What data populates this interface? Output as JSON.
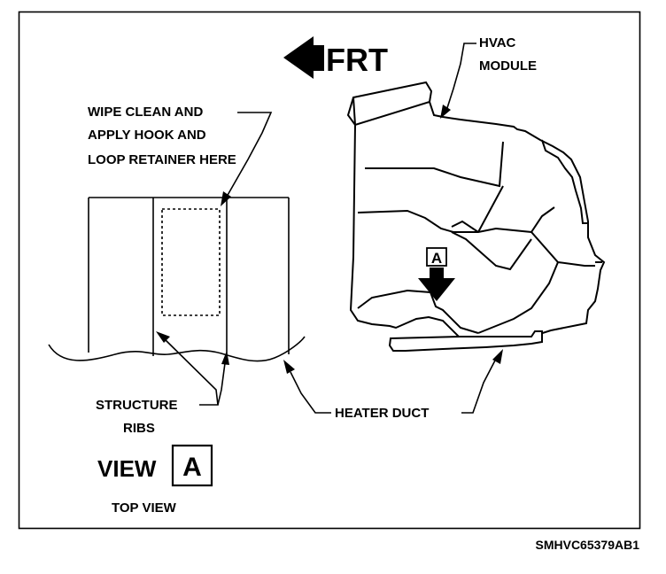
{
  "figure": {
    "direction_label": "FRT",
    "module_label_line1": "HVAC",
    "module_label_line2": "MODULE",
    "wipe_label_line1": "WIPE CLEAN AND",
    "wipe_label_line2": "APPLY HOOK AND",
    "wipe_label_line3": "LOOP RETAINER HERE",
    "ribs_label_line1": "STRUCTURE",
    "ribs_label_line2": "RIBS",
    "duct_label": "HEATER DUCT",
    "view_word": "VIEW",
    "view_letter": "A",
    "view_caption": "TOP VIEW",
    "detail_marker_letter": "A",
    "figure_id": "SMHVC65379AB1"
  },
  "colors": {
    "ink": "#000000",
    "paper": "#ffffff"
  }
}
